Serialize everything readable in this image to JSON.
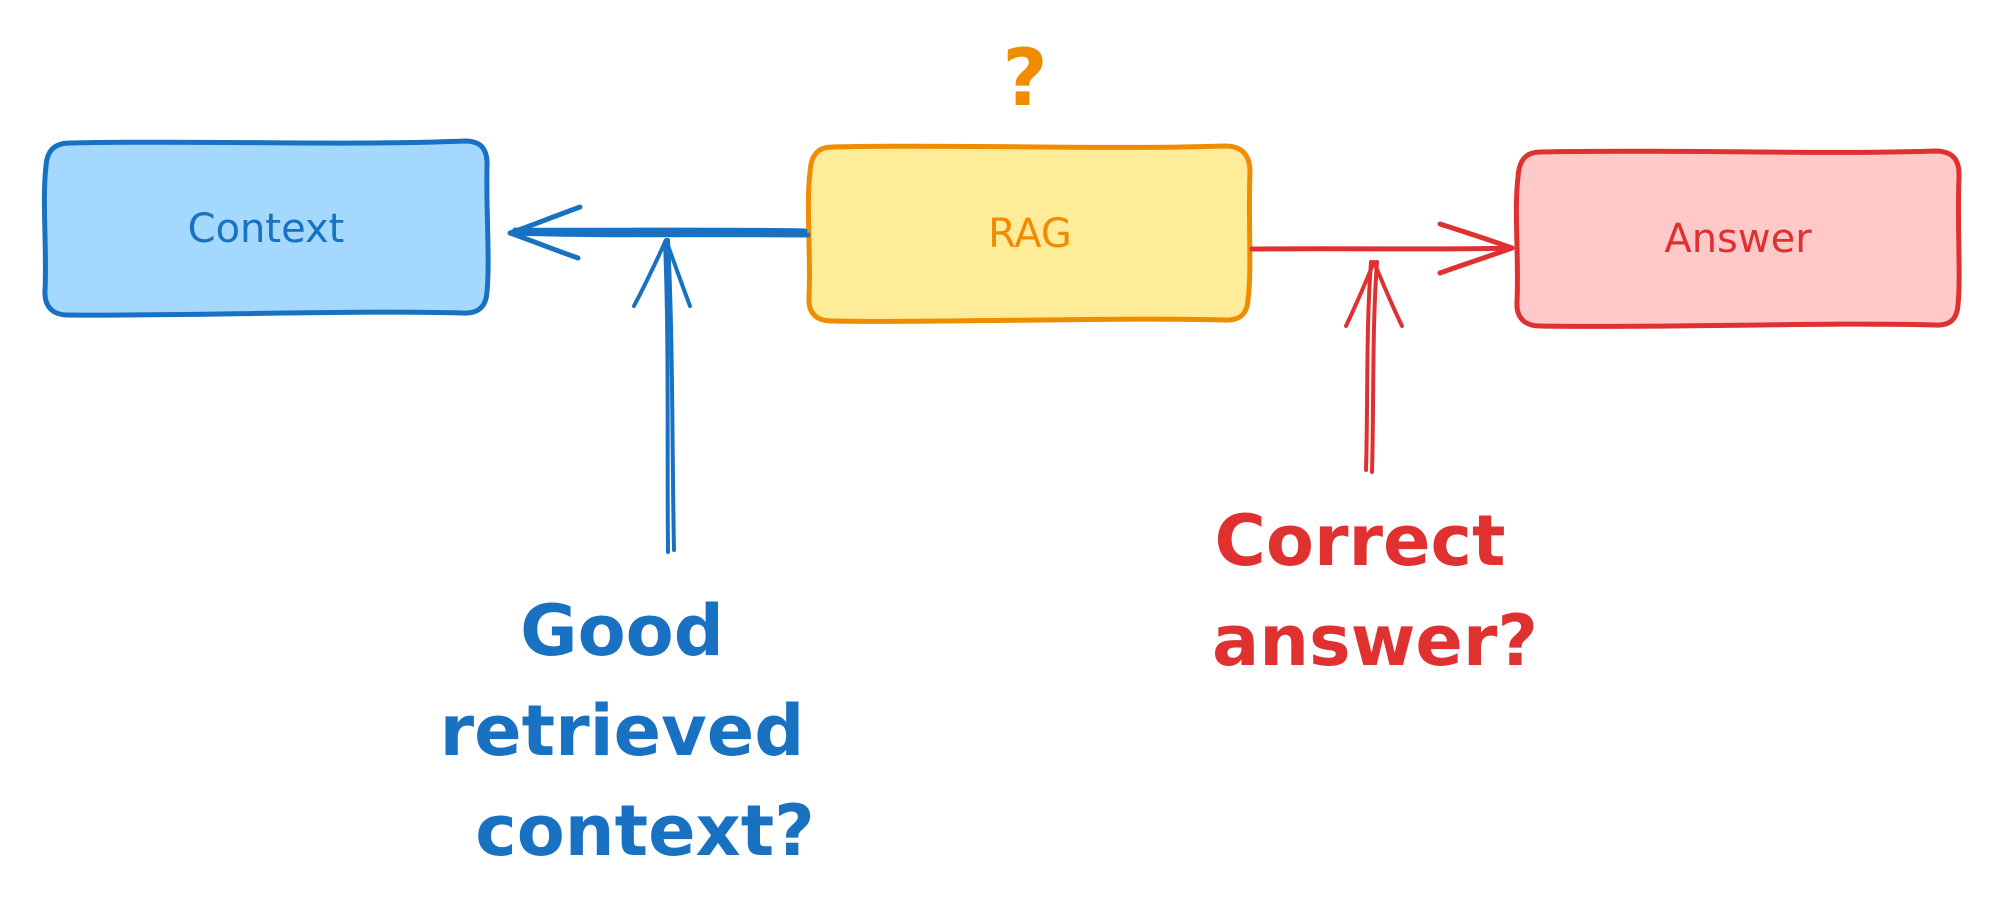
{
  "nodes": {
    "context": {
      "label": "Context",
      "color": "#1971c2",
      "fill": "#a5d8ff"
    },
    "rag": {
      "label": "RAG",
      "color": "#f08c00",
      "fill": "#ffec99",
      "mark": "?"
    },
    "answer": {
      "label": "Answer",
      "color": "#e03131",
      "fill": "#ffc9c9"
    }
  },
  "annotations": {
    "retrieval": {
      "lines": [
        "Good",
        "retrieved",
        "context?"
      ],
      "color": "#1971c2"
    },
    "generation": {
      "lines": [
        "Correct",
        "answer?"
      ],
      "color": "#e03131"
    }
  }
}
